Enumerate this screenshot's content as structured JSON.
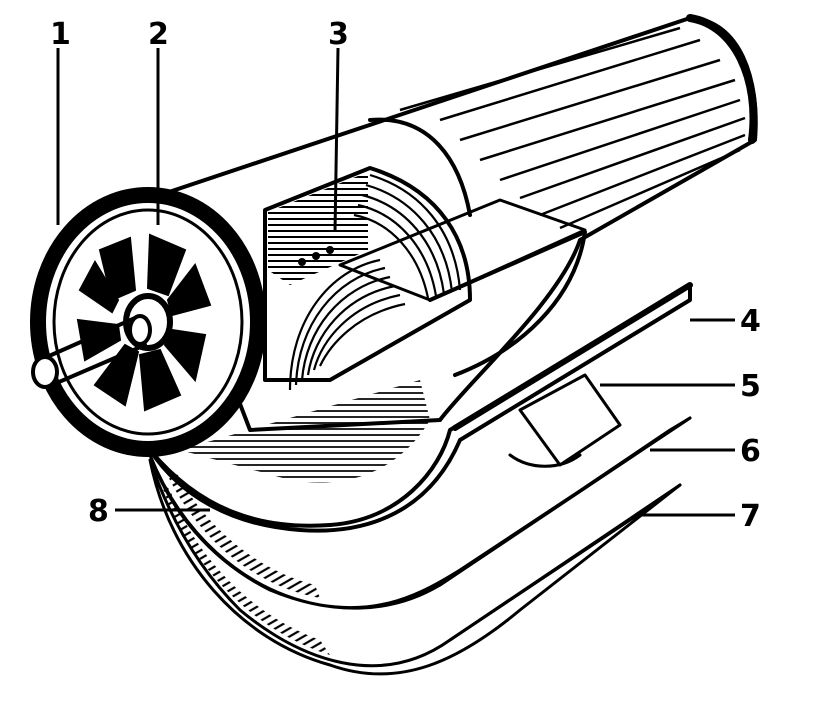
{
  "figure": {
    "callouts": [
      {
        "id": "1",
        "text": "1"
      },
      {
        "id": "2",
        "text": "2"
      },
      {
        "id": "3",
        "text": "3"
      },
      {
        "id": "4",
        "text": "4"
      },
      {
        "id": "5",
        "text": "5"
      },
      {
        "id": "6",
        "text": "6"
      },
      {
        "id": "7",
        "text": "7"
      },
      {
        "id": "8",
        "text": "8"
      }
    ],
    "colors": {
      "ink": "#000000",
      "paper": "#ffffff"
    }
  }
}
